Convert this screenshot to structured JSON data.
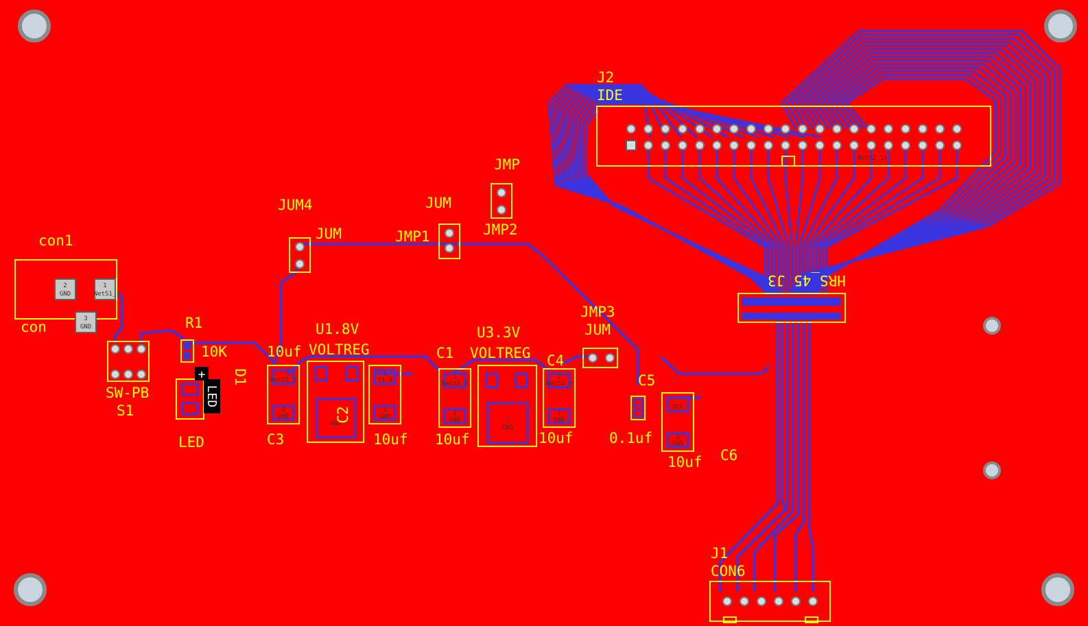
{
  "colors": {
    "board": "#ff0000",
    "trace": "#3a34e0",
    "silk": "#ffff00",
    "pad": "#c8c8c8",
    "pad_stroke": "#5d5d5d",
    "label_bg": "#000000"
  },
  "components": {
    "j2": {
      "ref": "J2",
      "value": "IDE",
      "net": "NetJ2_15"
    },
    "j3": {
      "label": "HRS_45 J3"
    },
    "j1": {
      "ref": "J1",
      "value": "CON6"
    },
    "con1": {
      "ref": "con1",
      "value": "con",
      "pad1": "1",
      "net1": "NetS1_",
      "pad2": "2",
      "net2": "GND",
      "pad3": "3",
      "net3": "GND"
    },
    "s1": {
      "ref": "S1",
      "value": "SW-PB"
    },
    "r1": {
      "ref": "R1",
      "value": "10K"
    },
    "d1": {
      "ref": "D1",
      "value": "LED",
      "tag": "LED",
      "plus": "+"
    },
    "c3": {
      "ref": "C3",
      "value": "10uf",
      "net1": "NetS1_2",
      "pad2": "2",
      "net2": "GND"
    },
    "u18": {
      "ref": "U1.8V",
      "value": "VOLTREG",
      "c2ref": "C2",
      "pad": "GND"
    },
    "c_v18": {
      "value": "10uf",
      "pad1": "1",
      "net1": "V1.8",
      "pad2": "2",
      "net2": "GND"
    },
    "c1": {
      "ref": "C1",
      "value": "10uf",
      "pad1": "1",
      "net1": "NetS1_2",
      "pad2": "2",
      "net2": "GND"
    },
    "u33": {
      "ref": "U3.3V",
      "value": "VOLTREG",
      "pad": "2",
      "net": "GND"
    },
    "c4": {
      "ref": "C4",
      "value": "10uf",
      "pad1": "2",
      "net1": "NetC4_2",
      "pad2": "1",
      "net2": "GND"
    },
    "c5": {
      "ref": "C5",
      "value": "0.1uf"
    },
    "c6": {
      "ref": "C6",
      "value": "10uf",
      "net1": "VCC",
      "pad2": "2",
      "net2": "GND"
    },
    "jum4": {
      "ref": "JUM4",
      "value": "JUM"
    },
    "jmp1": {
      "ref": "JMP1",
      "value": "JUM"
    },
    "jmp2": {
      "ref": "JMP2",
      "value": "JMP"
    },
    "jmp3": {
      "ref": "JMP3",
      "value": "JUM"
    }
  }
}
